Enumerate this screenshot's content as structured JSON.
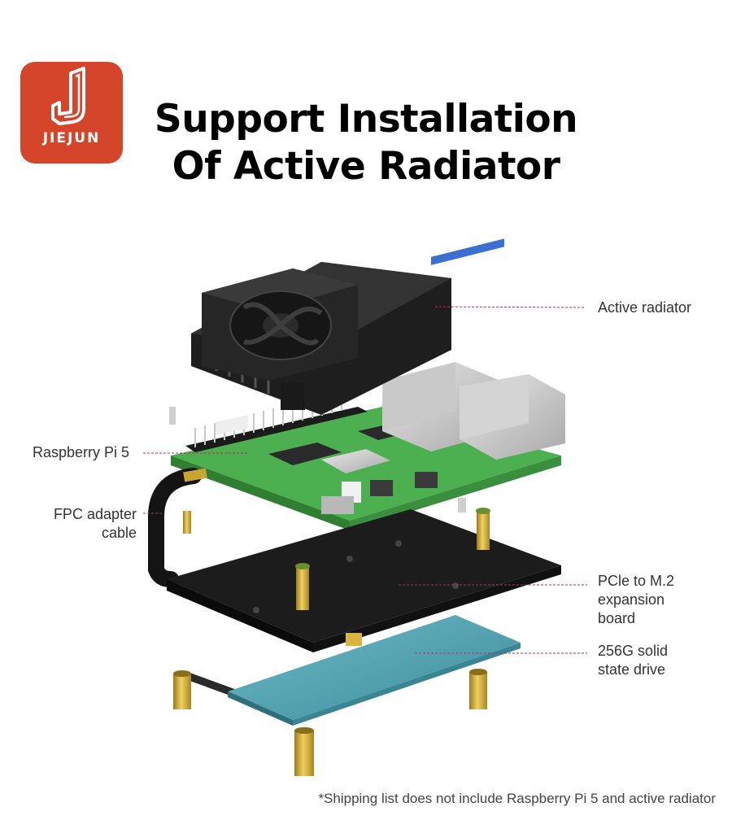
{
  "logo": {
    "brand": "JIEJUN",
    "colors": {
      "background": "#d4452a",
      "mark": "#ffffff"
    }
  },
  "title": {
    "line1": "Support Installation",
    "line2": "Of Active Radiator"
  },
  "callouts": {
    "active_radiator": "Active radiator",
    "raspberry_pi": "Raspberry Pi 5",
    "fpc_line1": "FPC adapter",
    "fpc_line2": "cable",
    "pcie_line1": "PCle to M.2",
    "pcie_line2": "expansion",
    "pcie_line3": "board",
    "ssd_line1": "256G solid",
    "ssd_line2": "state drive"
  },
  "footnote": "*Shipping list does not include Raspberry Pi 5 and active radiator",
  "colors": {
    "leader_line": "#b0306a",
    "pcb_green": "#4caf50",
    "expansion_board": "#1c1c1c",
    "ssd_blue": "#5aa6b5",
    "standoff_brass": "#c9a531",
    "heatsink": "#2a2a2a"
  }
}
